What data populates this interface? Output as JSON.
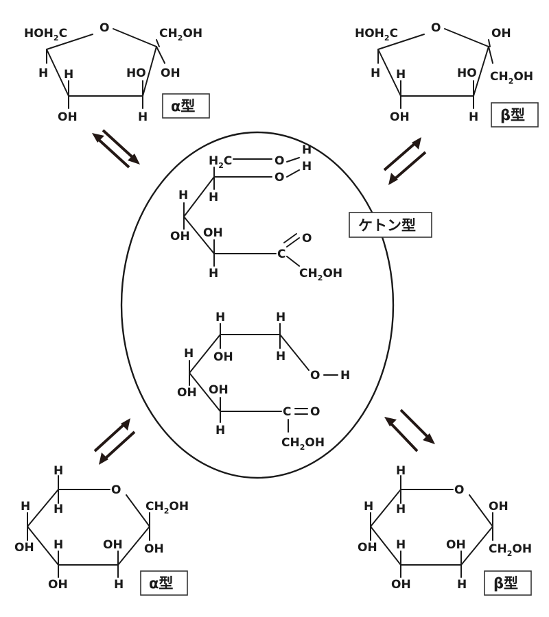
{
  "labels": {
    "alpha": "α型",
    "beta": "β型",
    "ketone": "ケトン型"
  },
  "atoms": {
    "O": "O",
    "H": "H",
    "C": "C",
    "OH": "OH",
    "HO": "HO",
    "HOH": "HOH",
    "CH": "CH",
    "sub2": "2"
  }
}
